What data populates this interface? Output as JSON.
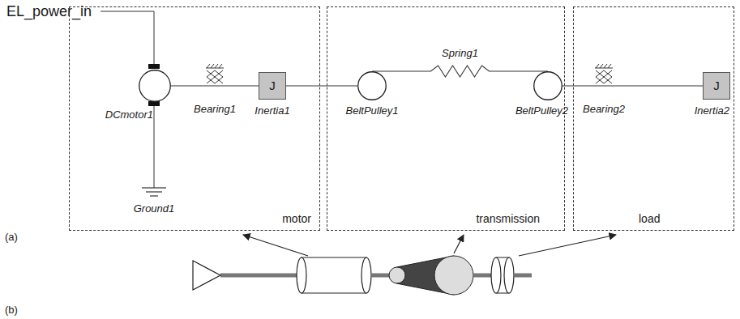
{
  "diagram": {
    "nodes": [
      {
        "text": [
          "motor"
        ]
      },
      {
        "text": [
          "DCmotor1"
        ],
        "in": 0
      },
      {
        "text": [
          "J",
          "Inertia1"
        ],
        "in": 0
      },
      {
        "text": [
          "transmission"
        ]
      },
      {
        "text": [
          "BeltPulley1"
        ],
        "in": 3
      },
      {
        "text": [
          "BeltPulley2"
        ],
        "in": 3
      },
      {
        "text": [
          "load"
        ]
      },
      {
        "text": [
          "J",
          "Inertia2"
        ],
        "in": 6
      }
    ],
    "edges": [
      {
        "from": 1,
        "to": 2,
        "arrow": "none"
      },
      {
        "from": 2,
        "to": 4,
        "arrow": "none"
      },
      {
        "from": 4,
        "to": 5,
        "label": "Spring1",
        "arrow": "none"
      },
      {
        "from": 5,
        "to": 7,
        "arrow": "none"
      }
    ],
    "labels": [
      "EL_power_in",
      "Bearing1",
      "Ground1",
      "Bearing2",
      "(a)",
      "(b)"
    ]
  }
}
